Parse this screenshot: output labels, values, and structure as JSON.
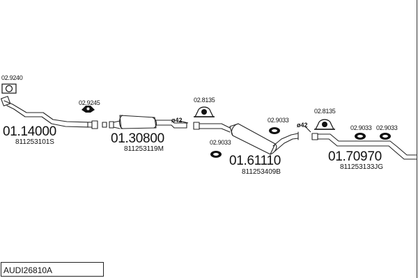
{
  "diagram": {
    "code": "AUDI26810A",
    "accessories": [
      {
        "code": "02.9240",
        "icon": "gasket-icon"
      },
      {
        "code": "02.9245",
        "icon": "rubber-hanger-icon"
      },
      {
        "code": "02.8135",
        "icon": "exhaust-clamp-icon"
      },
      {
        "code": "02.9033",
        "icon": "rubber-ring-icon"
      },
      {
        "code": "02.9033",
        "icon": "rubber-ring-icon"
      },
      {
        "code": "02.8135",
        "icon": "exhaust-clamp-icon"
      },
      {
        "code": "02.9033",
        "icon": "rubber-ring-icon"
      },
      {
        "code": "02.9033",
        "icon": "rubber-ring-icon"
      }
    ],
    "parts": [
      {
        "number": "01.14000",
        "oem": "811253101S"
      },
      {
        "number": "01.30800",
        "oem": "811253119M"
      },
      {
        "number": "01.61110",
        "oem": "811253409B"
      },
      {
        "number": "01.70970",
        "oem": "811253133JG"
      }
    ],
    "pipe_sizes": [
      "ø42",
      "ø42"
    ]
  }
}
